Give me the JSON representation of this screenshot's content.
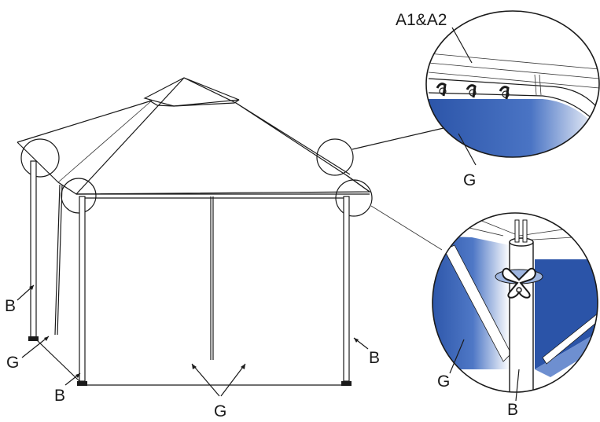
{
  "figure": {
    "labels": {
      "a1a2": "A1&A2",
      "pole_left": "B",
      "pole_front": "B",
      "pole_right": "B",
      "pole_zoom": "B",
      "wall_left": "G",
      "wall_front": "G",
      "wall_zoom_top": "G",
      "wall_zoom_bottom": "G"
    },
    "colors": {
      "wall_blue_dark": "#2b54a8",
      "wall_blue_light": "#ffffff",
      "line": "#1a1a1a"
    },
    "icons": {
      "tie_knot": "bow-tie-knot-icon",
      "clip_hook": "clip-hook-icon"
    }
  }
}
